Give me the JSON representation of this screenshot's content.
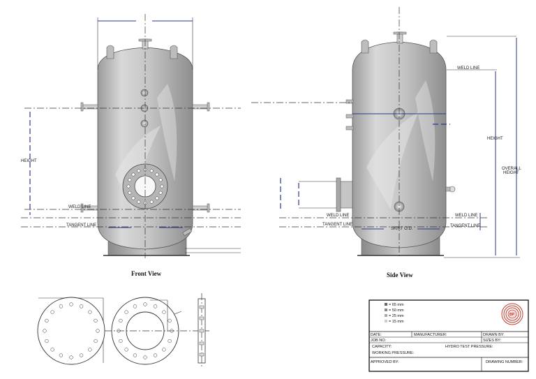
{
  "views": {
    "front": "Front View",
    "side": "Side View"
  },
  "labels": {
    "height": "HEIGHT",
    "weld_line": "WELD LINE",
    "tangent_line": "TANGENT LINE",
    "skirt_od": "SKIRT O.D.",
    "overall_height_1": "OVERALL",
    "overall_height_2": "HEIGHT"
  },
  "legend": [
    "= 65 mm",
    "= 50 mm",
    "= 25 mm",
    "= 15 mm"
  ],
  "title_block": {
    "date": "DATE:",
    "manufacturer": "MANUFACTURER:",
    "drawn_by": "DRAWN BY:",
    "job_no": "JOB NO:",
    "sizes_by": "SIZES BY:",
    "capacity": "CAPACITY:",
    "hydro_test": "HYDRO TEST PRESSURE:",
    "working_pressure": "WORKING PRESSURE:",
    "approved_by": "APPROVED BY:",
    "drawing_number": "DRAWING NUMBER:",
    "logo_text": "BP"
  },
  "colors": {
    "vessel_light": "#d6d6d6",
    "vessel_dark": "#a8a8a8",
    "dimension": "#2a3a8a",
    "logo": "#c0392b"
  }
}
